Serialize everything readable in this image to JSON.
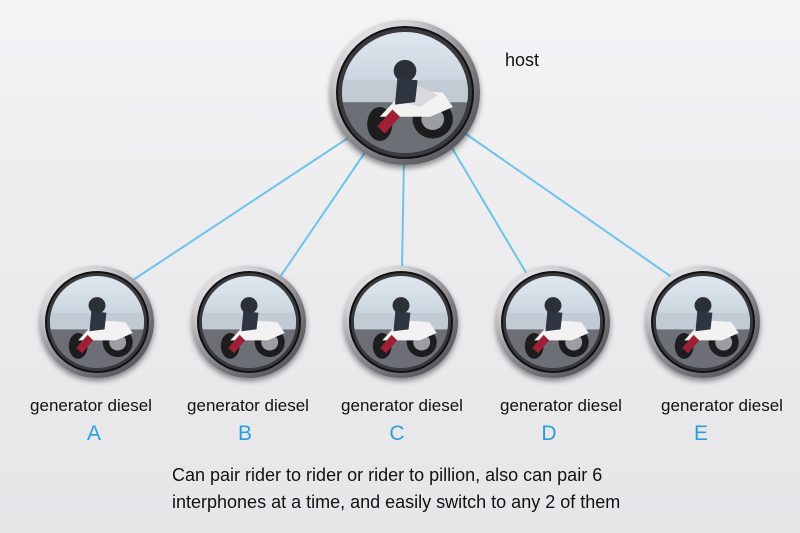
{
  "host": {
    "label": "host",
    "icon": "motorcycle-rider-photo"
  },
  "links": {
    "color": "#6ec3ea"
  },
  "nodes": [
    {
      "label": "generator diesel",
      "letter": "A",
      "icon": "motorcycle-rider-photo"
    },
    {
      "label": "generator diesel",
      "letter": "B",
      "icon": "motorcycle-rider-photo"
    },
    {
      "label": "generator diesel",
      "letter": "C",
      "icon": "motorcycle-rider-photo"
    },
    {
      "label": "generator diesel",
      "letter": "D",
      "icon": "motorcycle-rider-photo"
    },
    {
      "label": "generator diesel",
      "letter": "E",
      "icon": "motorcycle-rider-photo"
    }
  ],
  "caption": {
    "line1": "Can pair rider to rider or rider to pillion, also can pair 6",
    "line2": "interphones at a time, and easily switch to any 2 of them"
  },
  "colors": {
    "letter": "#2a9fd6",
    "text": "#111111"
  }
}
